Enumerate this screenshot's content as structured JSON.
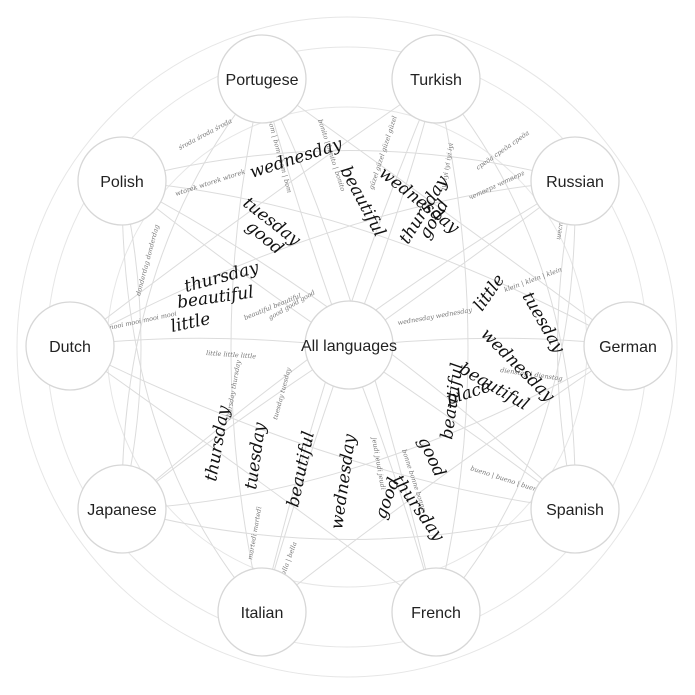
{
  "center": {
    "label": "All languages"
  },
  "languages": [
    {
      "id": "portugese",
      "label": "Portugese"
    },
    {
      "id": "turkish",
      "label": "Turkish"
    },
    {
      "id": "russian",
      "label": "Russian"
    },
    {
      "id": "german",
      "label": "German"
    },
    {
      "id": "spanish",
      "label": "Spanish"
    },
    {
      "id": "french",
      "label": "French"
    },
    {
      "id": "italian",
      "label": "Italian"
    },
    {
      "id": "japanese",
      "label": "Japanese"
    },
    {
      "id": "dutch",
      "label": "Dutch"
    },
    {
      "id": "polish",
      "label": "Polish"
    }
  ],
  "english_words": [
    {
      "id": "pt-wednesday",
      "text": "wednesday"
    },
    {
      "id": "pt-tuesday",
      "text": "tuesday"
    },
    {
      "id": "pt-good",
      "text": "good"
    },
    {
      "id": "tr-beautiful",
      "text": "beautiful"
    },
    {
      "id": "ru-wednesday",
      "text": "wednesday"
    },
    {
      "id": "ru-thursday",
      "text": "thursday"
    },
    {
      "id": "ru-good",
      "text": "good"
    },
    {
      "id": "de-little",
      "text": "little"
    },
    {
      "id": "de-tuesday",
      "text": "tuesday"
    },
    {
      "id": "de-wednesday",
      "text": "wednesday"
    },
    {
      "id": "de-beautiful",
      "text": "beautiful"
    },
    {
      "id": "de-place",
      "text": "place"
    },
    {
      "id": "es-beautiful",
      "text": "beautiful"
    },
    {
      "id": "es-good",
      "text": "good"
    },
    {
      "id": "fr-thursday",
      "text": "thursday"
    },
    {
      "id": "fr-good",
      "text": "good"
    },
    {
      "id": "fr-wednesday",
      "text": "wednesday"
    },
    {
      "id": "it-beautiful",
      "text": "beautiful"
    },
    {
      "id": "it-tuesday",
      "text": "tuesday"
    },
    {
      "id": "it-thursday",
      "text": "thursday"
    },
    {
      "id": "nl-thursday",
      "text": "thursday"
    },
    {
      "id": "nl-beautiful",
      "text": "beautiful"
    },
    {
      "id": "nl-little",
      "text": "little"
    }
  ],
  "translations": [
    {
      "id": "t1",
      "text": "bom | bom | bom | bom"
    },
    {
      "id": "t2",
      "text": "bonito | bonito | bonito"
    },
    {
      "id": "t3",
      "text": "güzel güzel güzel güzel"
    },
    {
      "id": "t4",
      "text": "iyi iyi iyi iyi iyi"
    },
    {
      "id": "t5",
      "text": "среда среда среда"
    },
    {
      "id": "t6",
      "text": "четверг четверг"
    },
    {
      "id": "t7",
      "text": "шестой | шестой"
    },
    {
      "id": "t8",
      "text": "klein | klein | klein"
    },
    {
      "id": "t9",
      "text": "dienstag | dienstag"
    },
    {
      "id": "t10",
      "text": "bueno | bueno | bueno"
    },
    {
      "id": "t11",
      "text": "bonne bonne bonne"
    },
    {
      "id": "t12",
      "text": "jeudi jeudi jeudi"
    },
    {
      "id": "t13",
      "text": "bella | bella | bella"
    },
    {
      "id": "t14",
      "text": "martedì martedì"
    },
    {
      "id": "t15",
      "text": "donderdag donderdag"
    },
    {
      "id": "t16",
      "text": "mooi mooi mooi mooi"
    },
    {
      "id": "t17",
      "text": "środa środa środa"
    },
    {
      "id": "t18",
      "text": "wtorek wtorek wtorek"
    },
    {
      "id": "t19",
      "text": "thursday thursday"
    },
    {
      "id": "t20",
      "text": "little little little"
    },
    {
      "id": "t21",
      "text": "good good good"
    },
    {
      "id": "t22",
      "text": "beautiful beautiful"
    },
    {
      "id": "t23",
      "text": "tuesday tuesday"
    },
    {
      "id": "t24",
      "text": "wednesday wednesday"
    }
  ]
}
